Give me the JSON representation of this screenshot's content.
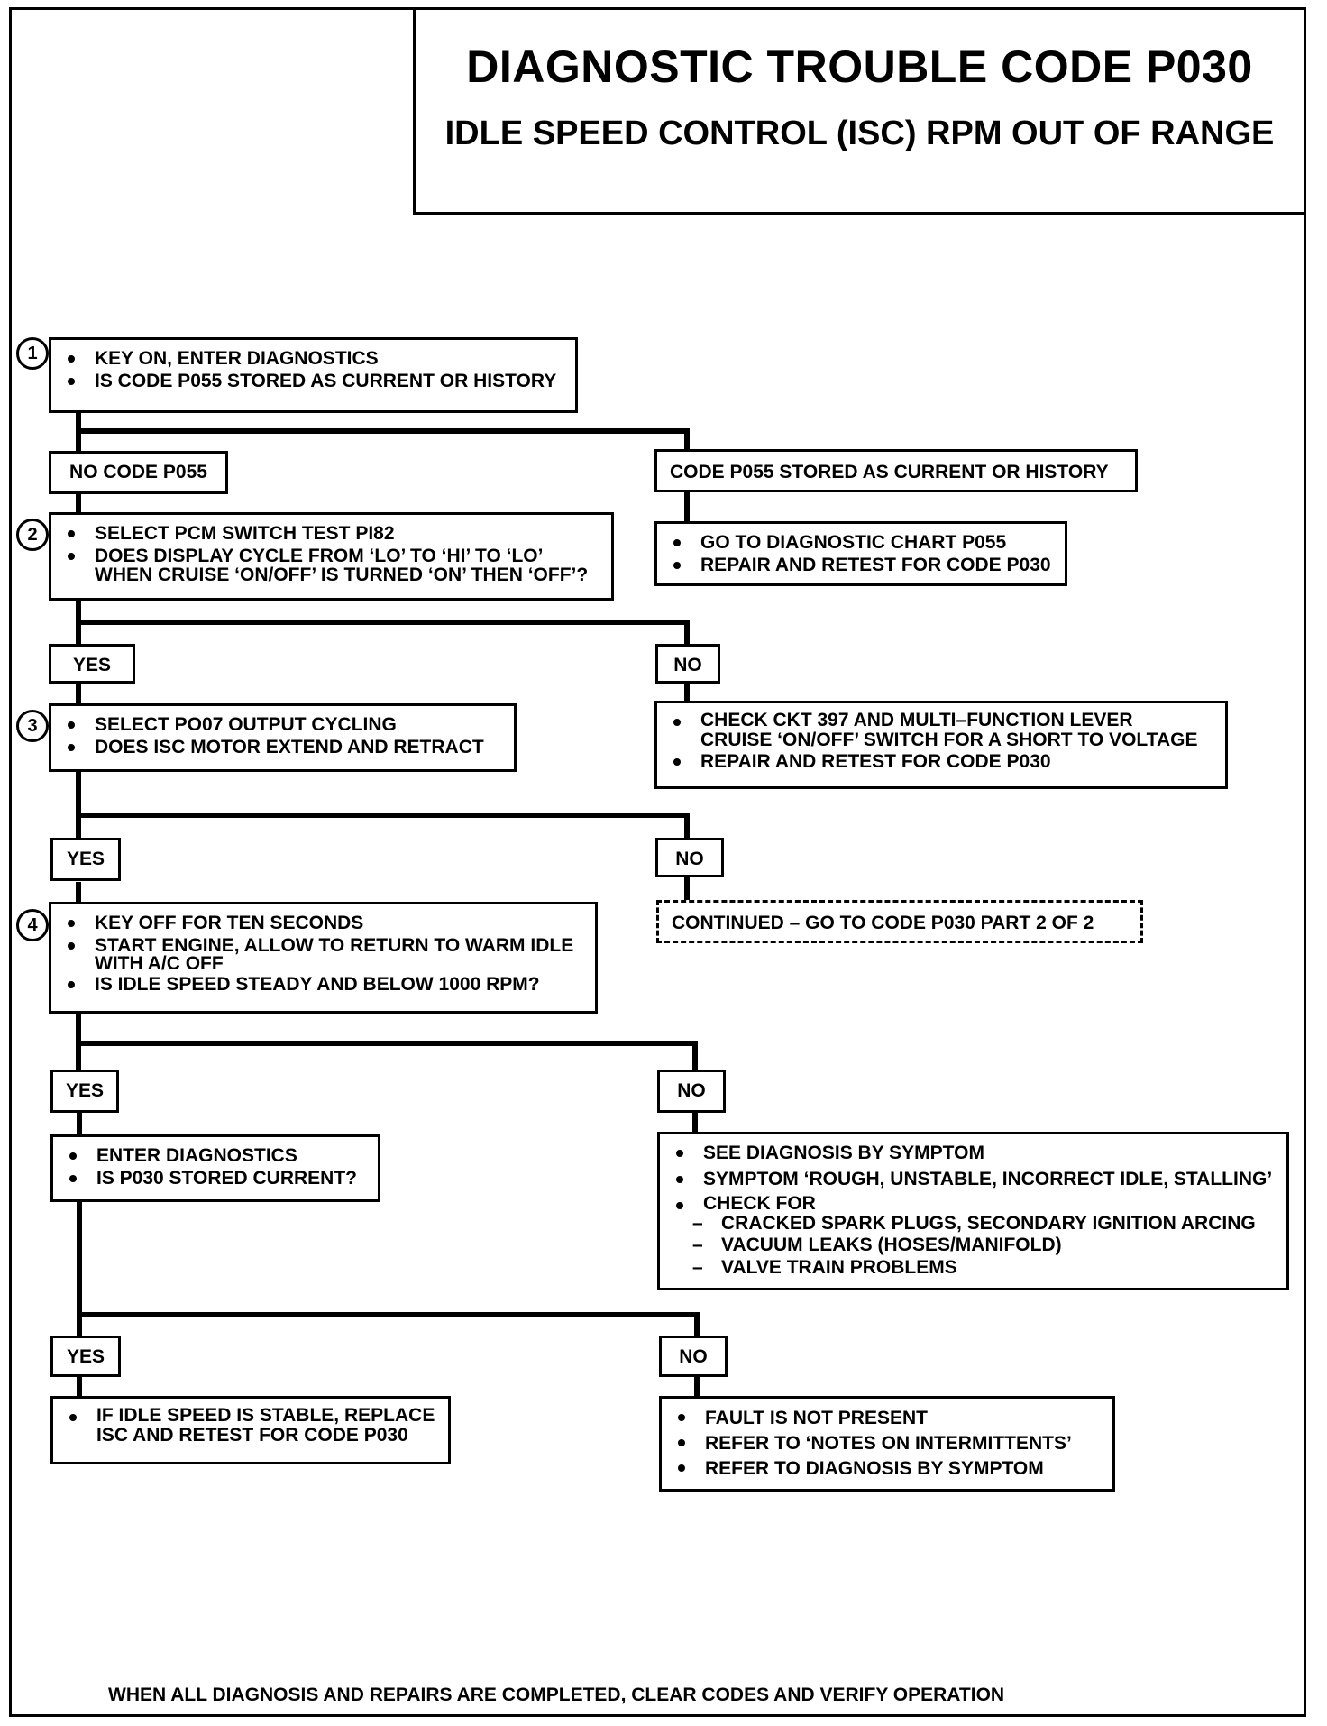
{
  "title": "DIAGNOSTIC TROUBLE CODE P030",
  "subtitle": "IDLE SPEED CONTROL (ISC) RPM OUT OF RANGE",
  "steps": [
    {
      "number": "1",
      "items": [
        "KEY ON, ENTER DIAGNOSTICS",
        "IS CODE P055 STORED AS CURRENT OR HISTORY"
      ]
    },
    {
      "number": "2",
      "items": [
        "SELECT PCM SWITCH TEST PI82",
        "DOES DISPLAY CYCLE FROM ‘LO’ TO ‘HI’ TO ‘LO’",
        "WHEN CRUISE ‘ON/OFF’ IS TURNED ‘ON’ THEN ‘OFF’?"
      ]
    },
    {
      "number": "3",
      "items": [
        "SELECT PO07 OUTPUT CYCLING",
        "DOES ISC MOTOR EXTEND AND RETRACT"
      ]
    },
    {
      "number": "4",
      "items": [
        "KEY OFF FOR TEN SECONDS",
        "START ENGINE, ALLOW TO RETURN TO WARM IDLE",
        "WITH A/C OFF",
        "IS IDLE SPEED STEADY AND BELOW 1000 RPM?"
      ]
    }
  ],
  "branches": {
    "no_code": "NO CODE P055",
    "code_stored": "CODE P055 STORED AS CURRENT OR HISTORY",
    "yes": "YES",
    "no": "NO"
  },
  "actions": {
    "p055": [
      "GO TO DIAGNOSTIC CHART P055",
      "REPAIR AND RETEST FOR CODE P030"
    ],
    "ckt397": [
      "CHECK CKT 397 AND MULTI–FUNCTION LEVER",
      "CRUISE ‘ON/OFF’ SWITCH FOR A SHORT TO VOLTAGE",
      "REPAIR AND RETEST FOR CODE P030"
    ],
    "continued": "CONTINUED  –  GO TO CODE P030 PART 2 OF 2",
    "enter_diag": [
      "ENTER DIAGNOSTICS",
      "IS P030 STORED CURRENT?"
    ],
    "symptom": {
      "items": [
        "SEE  DIAGNOSIS BY SYMPTOM",
        "SYMPTOM ‘ROUGH, UNSTABLE, INCORRECT IDLE, STALLING’",
        "CHECK FOR"
      ],
      "sub_items": [
        "CRACKED SPARK PLUGS, SECONDARY IGNITION ARCING",
        "VACUUM LEAKS (HOSES/MANIFOLD)",
        "VALVE   TRAIN PROBLEMS"
      ]
    },
    "replace_isc": [
      "IF IDLE SPEED IS STABLE, REPLACE",
      "ISC AND RETEST FOR CODE P030"
    ],
    "not_present": [
      "FAULT IS NOT PRESENT",
      "REFER TO ‘NOTES ON INTERMITTENTS’",
      "REFER TO DIAGNOSIS BY SYMPTOM"
    ]
  },
  "footer": "WHEN ALL DIAGNOSIS AND REPAIRS ARE COMPLETED, CLEAR CODES AND VERIFY OPERATION"
}
